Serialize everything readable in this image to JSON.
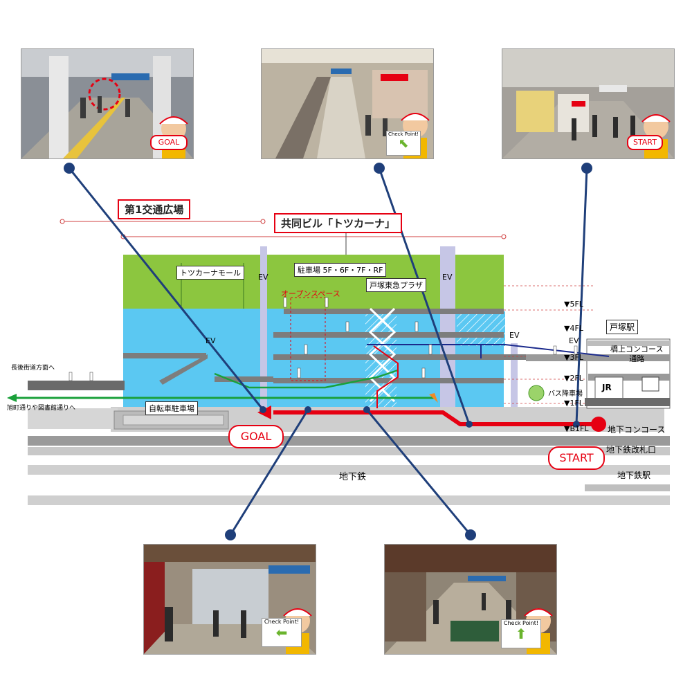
{
  "photos": {
    "top_left": {
      "badge": "GOAL"
    },
    "top_mid": {
      "badge": "Check Point!"
    },
    "top_right": {
      "badge": "START"
    },
    "bottom_left": {
      "badge": "Check Point!"
    },
    "bottom_right": {
      "badge": "Check Point!"
    }
  },
  "diagram": {
    "plaza_label": "第1交通広場",
    "building_label": "共同ビル「トツカーナ」",
    "mall_label": "トツカーナモール",
    "parking_label": "駐車場 5F・6F・7F・RF",
    "plaza_store_label": "戸塚東急プラザ",
    "open_space_label": "オープンスペース",
    "ev_labels": [
      "EV",
      "EV",
      "EV",
      "EV",
      "EV"
    ],
    "floors": [
      "▼5FL",
      "▼4FL",
      "▼3FL",
      "▼2FL",
      "▼1FL",
      "▼B1FL"
    ],
    "station_label": "戸塚駅",
    "bridge_concourse_label": "橋上コンコース\n通路",
    "jr_label": "JR",
    "bus_label": "バス降車場",
    "bicycle_label": "自転車駐車場",
    "left_upper_label": "長後街道方面へ",
    "left_lower_label": "旭町通りや図書館通りへ",
    "underground_concourse": "地下コンコース",
    "subway_gate": "地下鉄改札口",
    "subway": "地下鉄",
    "subway_station": "地下鉄駅",
    "goal": "GOAL",
    "start": "START"
  },
  "colors": {
    "route": "#e60012",
    "connector": "#1f3f7a",
    "green_zone": "#8cc63f",
    "blue_zone": "#5bc8f2",
    "green_arrow": "#1aa03a",
    "navy_line": "#1b2a8c"
  }
}
